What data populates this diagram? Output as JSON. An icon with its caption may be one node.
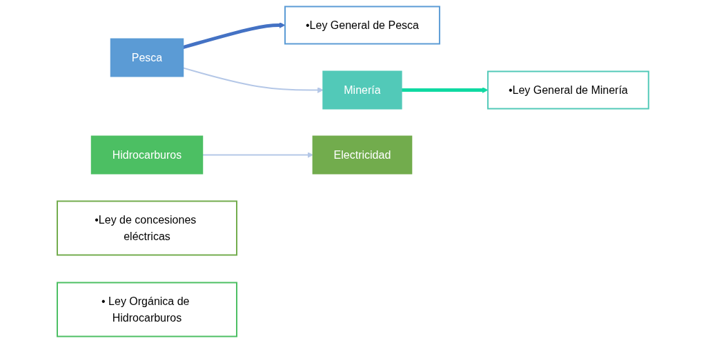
{
  "diagram": {
    "nodes": [
      {
        "text": [
          "Pesca"
        ]
      },
      {
        "text": [
          "Minería"
        ]
      },
      {
        "text": [
          "Electricidad"
        ]
      },
      {
        "text": [
          "Hidrocarburos"
        ]
      },
      {
        "text": [
          "•Ley General de Pesca"
        ]
      },
      {
        "text": [
          "•Ley General de Minería"
        ]
      },
      {
        "text": [
          "•Ley de concesiones eléctricas"
        ]
      },
      {
        "text": [
          "• Ley Orgánica de Hidrocarburos"
        ]
      }
    ],
    "edges": [
      {
        "from": 0,
        "to": 4,
        "arrow": "to",
        "style": "thick",
        "color": "#4472c4"
      },
      {
        "from": 1,
        "to": 5,
        "arrow": "to",
        "style": "thick",
        "color": "#0fd9a2"
      },
      {
        "from": 0,
        "to": 1,
        "arrow": "to",
        "color": "#b4c7e7"
      },
      {
        "from": 3,
        "to": 2,
        "arrow": "to",
        "color": "#b4c7e7"
      }
    ]
  }
}
